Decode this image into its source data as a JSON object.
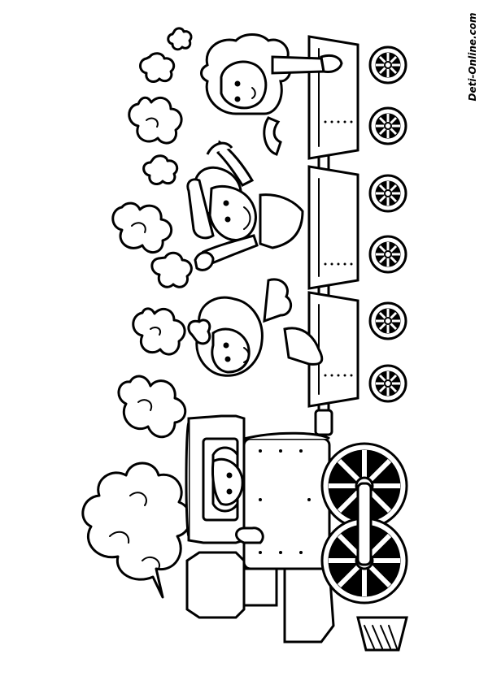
{
  "watermark": {
    "text": "Deti-Online.com"
  },
  "colors": {
    "ink": "#000000",
    "paper": "#ffffff"
  },
  "icons": [
    "steam-cloud",
    "locomotive",
    "train-car",
    "wheel",
    "child"
  ]
}
